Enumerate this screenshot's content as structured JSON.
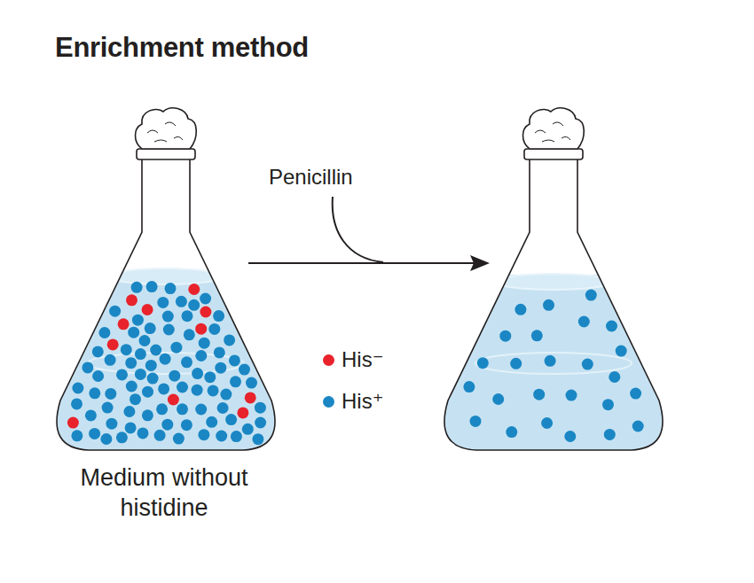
{
  "diagram": {
    "title": "Enrichment method",
    "labels": [
      "Penicillin",
      "Medium without histidine"
    ],
    "legend": [
      {
        "text": "His⁻",
        "color": "#e8232c"
      },
      {
        "text": "His⁺",
        "color": "#1a87c4"
      }
    ]
  }
}
